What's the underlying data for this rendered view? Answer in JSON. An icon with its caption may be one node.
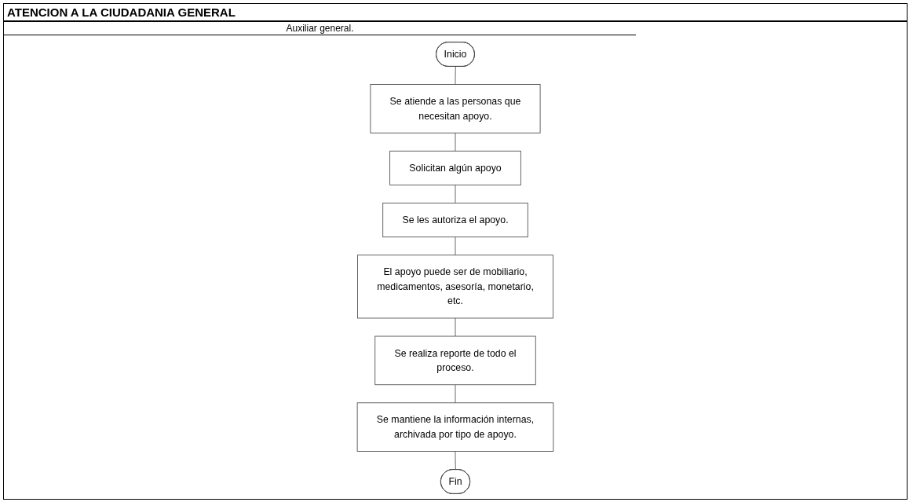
{
  "diagram": {
    "title": "ATENCION A LA CIUDADANIA GENERAL",
    "nodes": [
      {
        "text": [
          "Inicio"
        ]
      },
      {
        "text": [
          "Se atiende a las personas que necesitan apoyo."
        ]
      },
      {
        "text": [
          "Solicitan algún apoyo"
        ]
      },
      {
        "text": [
          "Se les autoriza el apoyo."
        ]
      },
      {
        "text": [
          "El apoyo puede ser de mobiliario, medicamentos, asesoría, monetario, etc."
        ]
      },
      {
        "text": [
          "Se realiza reporte de todo el proceso."
        ]
      },
      {
        "text": [
          "Se mantiene la información internas, archivada por tipo de apoyo."
        ]
      },
      {
        "text": [
          "Fin"
        ]
      }
    ],
    "edges": [
      {
        "from": 0,
        "to": 1,
        "arrow": "none"
      },
      {
        "from": 1,
        "to": 2,
        "arrow": "none"
      },
      {
        "from": 2,
        "to": 3,
        "arrow": "none"
      },
      {
        "from": 3,
        "to": 4,
        "arrow": "none"
      },
      {
        "from": 4,
        "to": 5,
        "arrow": "none"
      },
      {
        "from": 5,
        "to": 6,
        "arrow": "none"
      },
      {
        "from": 6,
        "to": 7,
        "arrow": "none"
      }
    ],
    "labels": [
      "Auxiliar general."
    ]
  }
}
